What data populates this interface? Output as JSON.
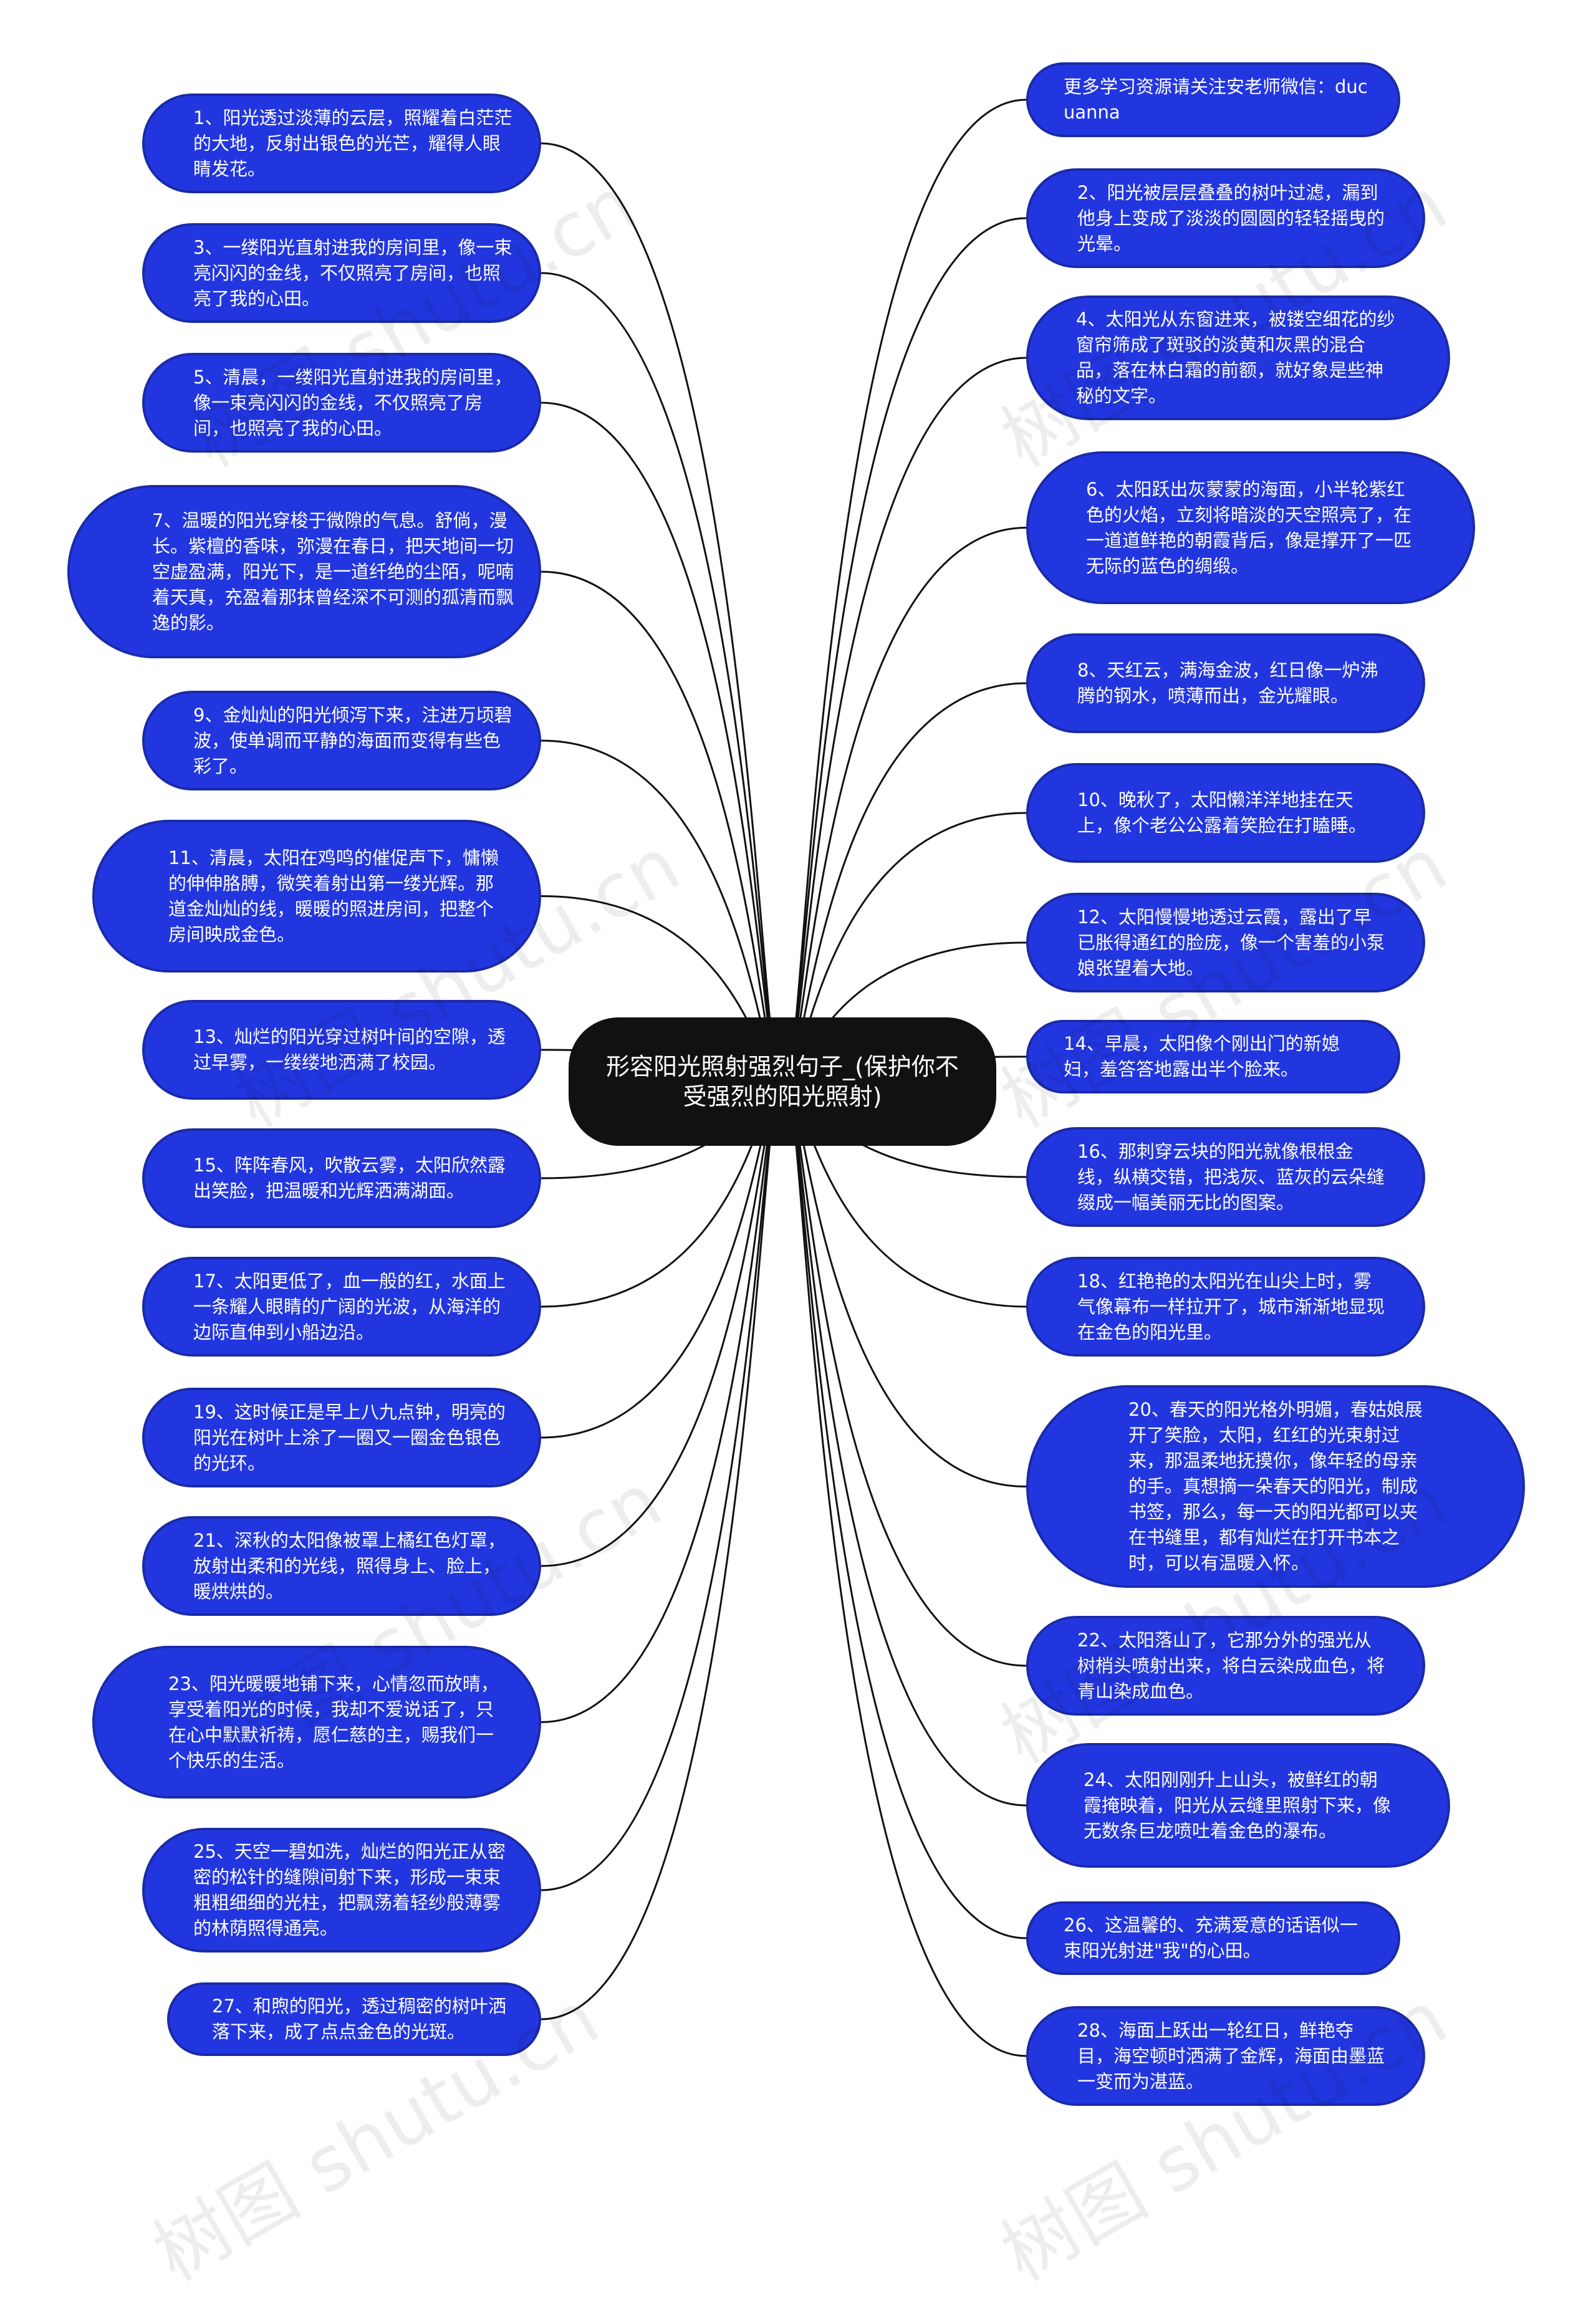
{
  "root": {
    "title": "形容阳光照射强烈句子_(保护你不受强烈的阳光照射)"
  },
  "watermark": "树图 shutu.cn",
  "nodes": [
    {
      "side": "left",
      "text": "1、阳光透过淡薄的云层，照耀着白茫茫的大地，反射出银色的光芒，耀得人眼睛发花。"
    },
    {
      "side": "left",
      "text": "3、一缕阳光直射进我的房间里，像一束亮闪闪的金线，不仅照亮了房间，也照亮了我的心田。"
    },
    {
      "side": "left",
      "text": "5、清晨，一缕阳光直射进我的房间里，像一束亮闪闪的金线，不仅照亮了房间，也照亮了我的心田。"
    },
    {
      "side": "left",
      "text": "7、温暖的阳光穿梭于微隙的气息。舒倘，漫长。紫檀的香味，弥漫在春日，把天地间一切空虚盈满，阳光下，是一道纤绝的尘陌，呢喃着天真，充盈着那抹曾经深不可测的孤清而飘逸的影。"
    },
    {
      "side": "left",
      "text": "9、金灿灿的阳光倾泻下来，注进万顷碧波，使单调而平静的海面而变得有些色彩了。"
    },
    {
      "side": "left",
      "text": "11、清晨，太阳在鸡鸣的催促声下，慵懒的伸伸胳膊，微笑着射出第一缕光辉。那道金灿灿的线，暖暖的照进房间，把整个房间映成金色。"
    },
    {
      "side": "left",
      "text": "13、灿烂的阳光穿过树叶间的空隙，透过早雾，一缕缕地洒满了校园。"
    },
    {
      "side": "left",
      "text": "15、阵阵春风，吹散云雾，太阳欣然露出笑脸，把温暖和光辉洒满湖面。"
    },
    {
      "side": "left",
      "text": "17、太阳更低了，血一般的红，水面上一条耀人眼睛的广阔的光波，从海洋的边际直伸到小船边沿。"
    },
    {
      "side": "left",
      "text": "19、这时候正是早上八九点钟，明亮的阳光在树叶上涂了一圈又一圈金色银色的光环。"
    },
    {
      "side": "left",
      "text": "21、深秋的太阳像被罩上橘红色灯罩，放射出柔和的光线，照得身上、脸上，暖烘烘的。"
    },
    {
      "side": "left",
      "text": "23、阳光暖暖地铺下来，心情忽而放晴，享受着阳光的时候，我却不爱说话了，只在心中默默祈祷，愿仁慈的主，赐我们一个快乐的生活。"
    },
    {
      "side": "left",
      "text": "25、天空一碧如洗，灿烂的阳光正从密密的松针的缝隙间射下来，形成一束束粗粗细细的光柱，把飘荡着轻纱般薄雾的林荫照得通亮。"
    },
    {
      "side": "left",
      "text": "27、和煦的阳光，透过稠密的树叶洒落下来，成了点点金色的光斑。"
    },
    {
      "side": "right",
      "text": "更多学习资源请关注安老师微信：ducuanna"
    },
    {
      "side": "right",
      "text": "2、阳光被层层叠叠的树叶过滤，漏到他身上变成了淡淡的圆圆的轻轻摇曳的光晕。"
    },
    {
      "side": "right",
      "text": "4、太阳光从东窗进来，被镂空细花的纱窗帘筛成了斑驳的淡黄和灰黑的混合品，落在林白霜的前额，就好象是些神秘的文字。"
    },
    {
      "side": "right",
      "text": "6、太阳跃出灰蒙蒙的海面，小半轮紫红色的火焰，立刻将暗淡的天空照亮了，在一道道鲜艳的朝霞背后，像是撑开了一匹无际的蓝色的绸缎。"
    },
    {
      "side": "right",
      "text": "8、天红云，满海金波，红日像一炉沸腾的钢水，喷薄而出，金光耀眼。"
    },
    {
      "side": "right",
      "text": "10、晚秋了，太阳懒洋洋地挂在天上，像个老公公露着笑脸在打瞌睡。"
    },
    {
      "side": "right",
      "text": "12、太阳慢慢地透过云霞，露出了早已胀得通红的脸庞，像一个害羞的小泵娘张望着大地。"
    },
    {
      "side": "right",
      "text": "14、早晨，太阳像个刚出门的新媳妇，羞答答地露出半个脸来。"
    },
    {
      "side": "right",
      "text": "16、那刺穿云块的阳光就像根根金线，纵横交错，把浅灰、蓝灰的云朵缝缀成一幅美丽无比的图案。"
    },
    {
      "side": "right",
      "text": "18、红艳艳的太阳光在山尖上时，雾气像幕布一样拉开了，城市渐渐地显现在金色的阳光里。"
    },
    {
      "side": "right",
      "text": "20、春天的阳光格外明媚，春姑娘展开了笑脸，太阳，红红的光束射过来，那温柔地抚摸你，像年轻的母亲的手。真想摘一朵春天的阳光，制成书签，那么，每一天的阳光都可以夹在书缝里，都有灿烂在打开书本之时，可以有温暖入怀。"
    },
    {
      "side": "right",
      "text": "22、太阳落山了，它那分外的强光从树梢头喷射出来，将白云染成血色，将青山染成血色。"
    },
    {
      "side": "right",
      "text": "24、太阳刚刚升上山头，被鲜红的朝霞掩映着，阳光从云缝里照射下来，像无数条巨龙喷吐着金色的瀑布。"
    },
    {
      "side": "right",
      "text": "26、这温馨的、充满爱意的话语似一束阳光射进\"我\"的心田。"
    },
    {
      "side": "right",
      "text": "28、海面上跃出一轮红日，鲜艳夺目，海空顿时洒满了金辉，海面由墨蓝一变而为湛蓝。"
    }
  ]
}
